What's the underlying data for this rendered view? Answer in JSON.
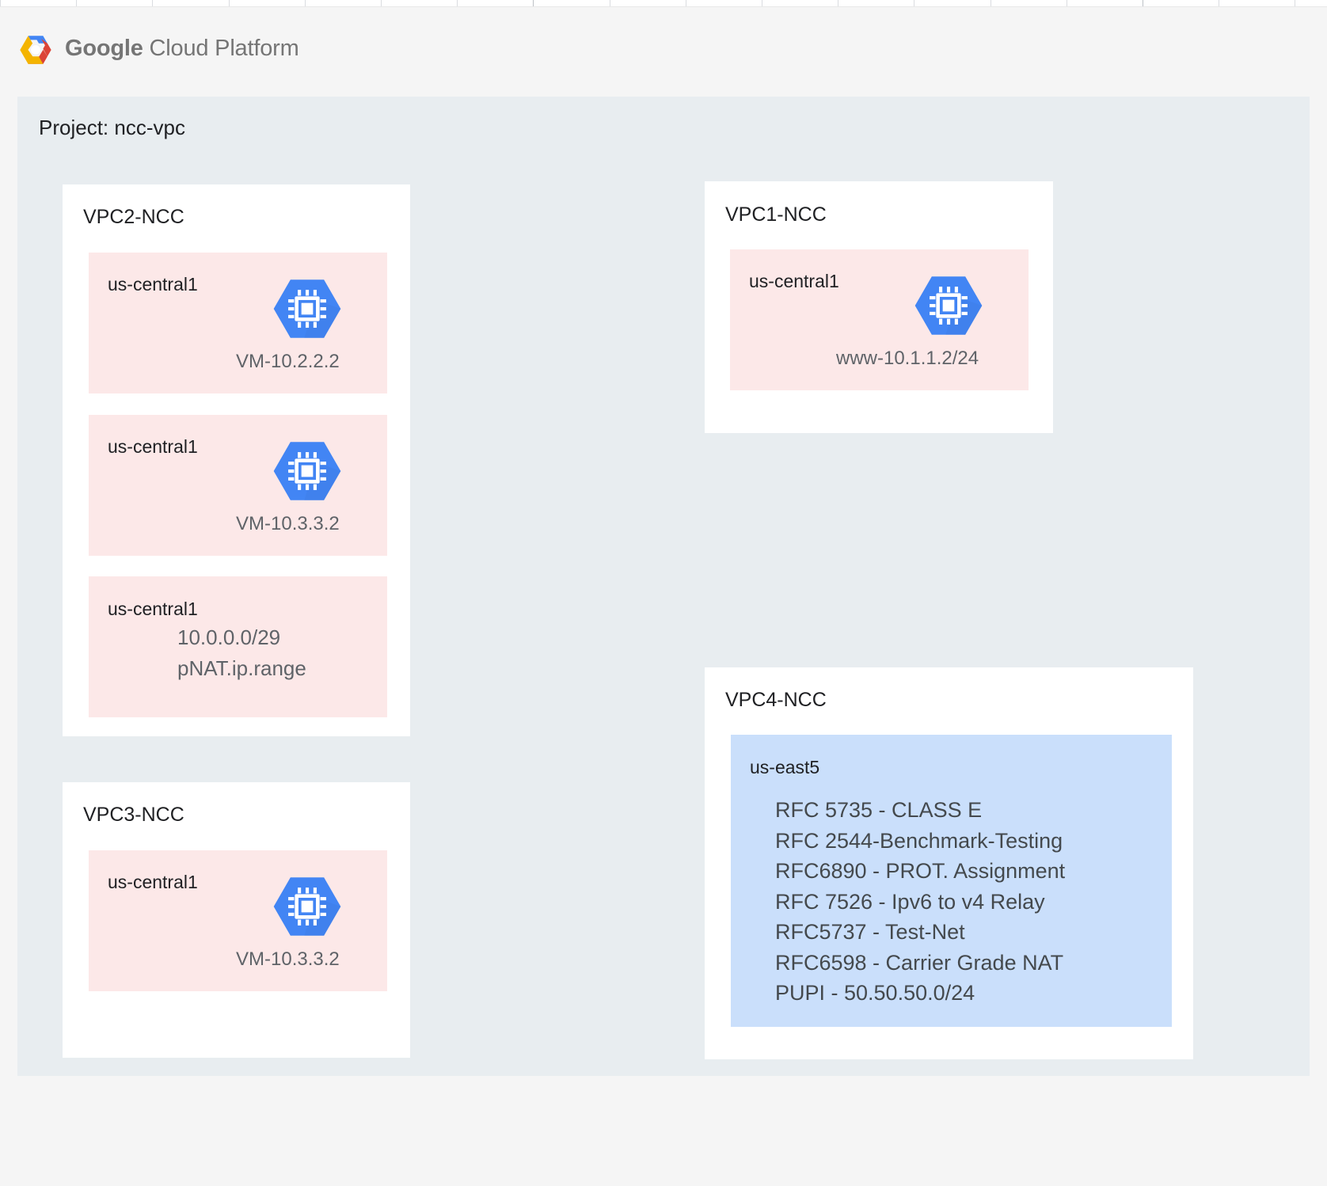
{
  "brand": {
    "logo_icon": "google-cloud-hexagon-logo",
    "name_bold": "Google",
    "name_rest": " Cloud Platform",
    "colors": {
      "logo_blue": "#4285f4",
      "logo_red": "#db4437",
      "logo_yellow": "#f4b400",
      "vm_hex_blue": "#4285f4",
      "region_pink": "#fce8e8",
      "region_blue": "#cadffb",
      "canvas": "#e8edf0",
      "page_bg": "#f5f5f5"
    }
  },
  "project": {
    "label": "Project: ncc-vpc"
  },
  "vpcs": [
    {
      "id": "vpc2",
      "title": "VPC2-NCC",
      "regions": [
        {
          "id": "vpc2-r1",
          "label": "us-central1",
          "icon": "vm-compute-icon",
          "caption": "VM-10.2.2.2"
        },
        {
          "id": "vpc2-r2",
          "label": "us-central1",
          "icon": "vm-compute-icon",
          "caption": "VM-10.3.3.2"
        },
        {
          "id": "vpc2-r3",
          "label": "us-central1",
          "line1": "10.0.0.0/29",
          "line2": "pNAT.ip.range"
        }
      ]
    },
    {
      "id": "vpc1",
      "title": "VPC1-NCC",
      "regions": [
        {
          "id": "vpc1-r1",
          "label": "us-central1",
          "icon": "vm-compute-icon",
          "caption": "www-10.1.1.2/24"
        }
      ]
    },
    {
      "id": "vpc3",
      "title": "VPC3-NCC",
      "regions": [
        {
          "id": "vpc3-r1",
          "label": "us-central1",
          "icon": "vm-compute-icon",
          "caption": "VM-10.3.3.2"
        }
      ]
    },
    {
      "id": "vpc4",
      "title": "VPC4-NCC",
      "regions": [
        {
          "id": "vpc4-r1",
          "label": "us-east5",
          "lines": [
            "RFC 5735 - CLASS E",
            "RFC 2544-Benchmark-Testing",
            "RFC6890 - PROT. Assignment",
            "RFC 7526 - Ipv6 to v4 Relay",
            "RFC5737 - Test-Net",
            "RFC6598 - Carrier Grade NAT",
            "PUPI - 50.50.50.0/24"
          ]
        }
      ]
    }
  ]
}
